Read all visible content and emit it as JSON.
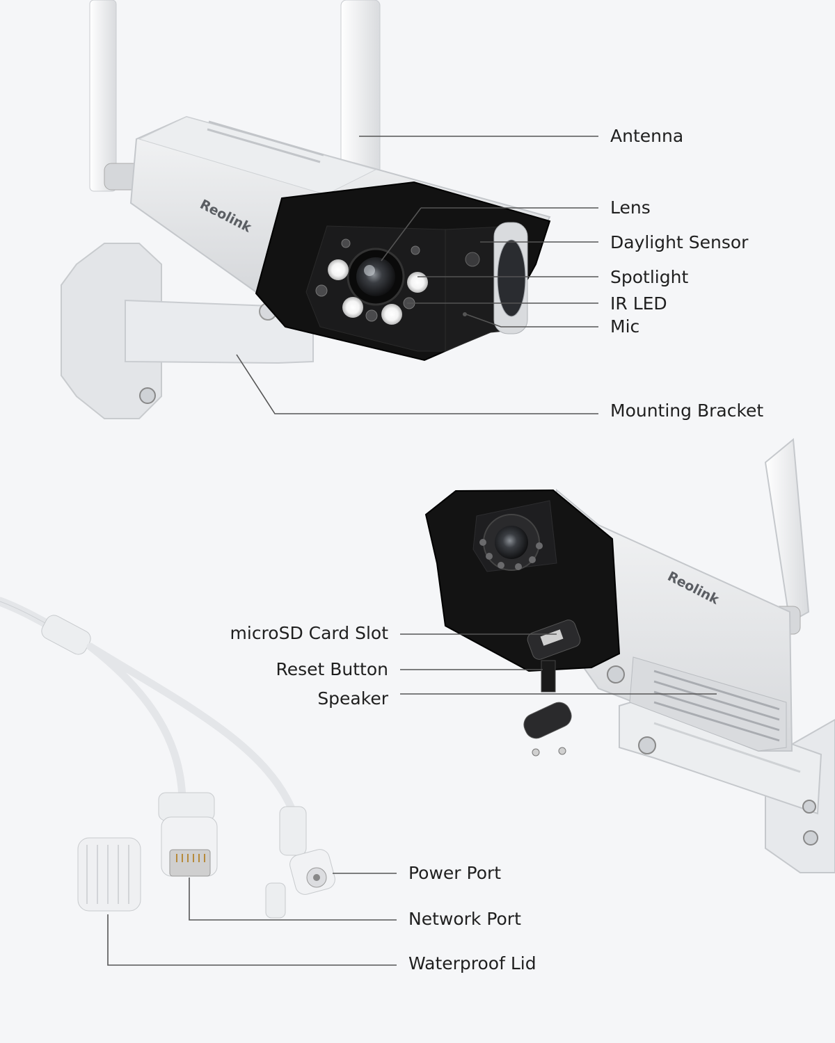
{
  "product": {
    "brand": "Reolink"
  },
  "callouts_top": [
    {
      "id": "antenna",
      "label": "Antenna"
    },
    {
      "id": "lens",
      "label": "Lens"
    },
    {
      "id": "daylight-sensor",
      "label": "Daylight Sensor"
    },
    {
      "id": "spotlight",
      "label": "Spotlight"
    },
    {
      "id": "ir-led",
      "label": "IR LED"
    },
    {
      "id": "mic",
      "label": "Mic"
    },
    {
      "id": "mounting-bracket",
      "label": "Mounting Bracket"
    }
  ],
  "callouts_middle": [
    {
      "id": "microsd-card-slot",
      "label": "microSD Card Slot"
    },
    {
      "id": "reset-button",
      "label": "Reset Button"
    },
    {
      "id": "speaker",
      "label": "Speaker"
    }
  ],
  "callouts_bottom": [
    {
      "id": "power-port",
      "label": "Power Port"
    },
    {
      "id": "network-port",
      "label": "Network Port"
    },
    {
      "id": "waterproof-lid",
      "label": "Waterproof Lid"
    }
  ],
  "colors": {
    "background": "#f5f6f8",
    "leader_line": "#555555",
    "camera_body": "#e9eaec",
    "camera_front": "#141414",
    "text": "#1f1f1f"
  }
}
